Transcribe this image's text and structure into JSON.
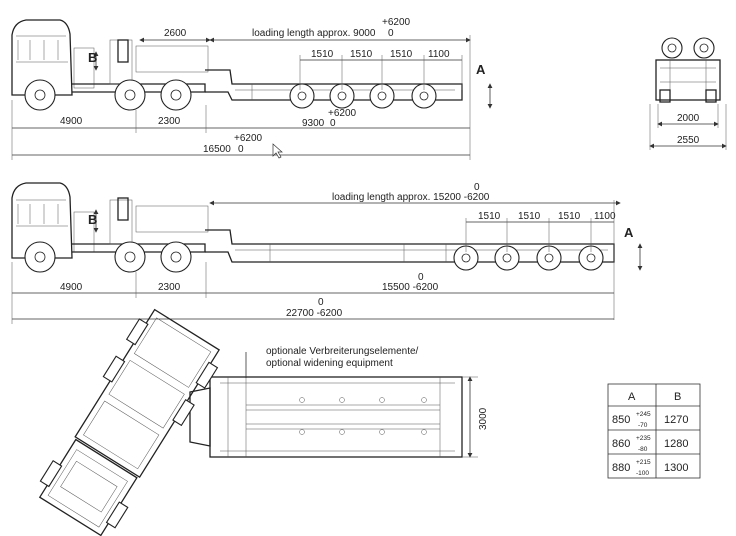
{
  "top_view": {
    "dim_2600": "2600",
    "loading_length": "loading length approx. 9000",
    "loading_tol_plus": "+6200",
    "loading_tol_zero": "0",
    "spacing_1": "1510",
    "spacing_2": "1510",
    "spacing_3": "1510",
    "spacing_end": "1100",
    "label_a": "A",
    "label_b": "B",
    "dim_4900": "4900",
    "dim_2300": "2300",
    "dim_9300": "9300",
    "dim_9300_plus": "+6200",
    "dim_9300_zero": "0",
    "dim_16500": "16500",
    "dim_16500_plus": "+6200",
    "dim_16500_zero": "0"
  },
  "rear_view": {
    "inner_width": "2000",
    "outer_width": "2550"
  },
  "middle_view": {
    "loading_length": "loading length approx. 15200 -6200",
    "loading_tol_zero": "0",
    "spacing_1": "1510",
    "spacing_2": "1510",
    "spacing_3": "1510",
    "spacing_end": "1100",
    "label_a": "A",
    "label_b": "B",
    "dim_4900": "4900",
    "dim_2300": "2300",
    "dim_15500": "15500 -6200",
    "dim_15500_zero": "0",
    "dim_22700": "22700 -6200",
    "dim_22700_zero": "0"
  },
  "plan_view": {
    "note_line1": "optionale Verbreiterungselemente/",
    "note_line2": "optional widening equipment",
    "width_3000": "3000"
  },
  "dimension_table": {
    "headers": [
      "A",
      "B"
    ],
    "rows": [
      {
        "a": "850",
        "sup": "+245",
        "sub": "-70",
        "b": "1270"
      },
      {
        "a": "860",
        "sup": "+235",
        "sub": "-80",
        "b": "1280"
      },
      {
        "a": "880",
        "sup": "+215",
        "sub": "-100",
        "b": "1300"
      }
    ]
  }
}
